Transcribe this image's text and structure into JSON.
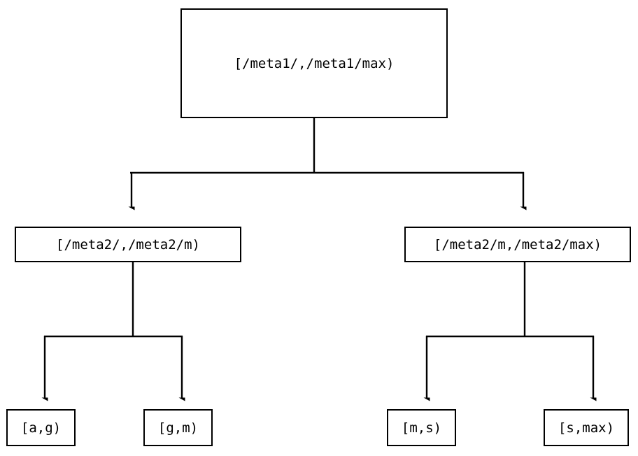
{
  "diagram": {
    "type": "tree",
    "orientation": "top-down",
    "background_color": "#ffffff",
    "line_color": "#000000",
    "box_border_color": "#000000",
    "box_fill_color": "#ffffff",
    "text_color": "#000000",
    "root": {
      "label": "[/meta1/,/meta1/max)"
    },
    "level2": [
      {
        "label": "[/meta2/,/meta2/m)"
      },
      {
        "label": "[/meta2/m,/meta2/max)"
      }
    ],
    "leaves": [
      {
        "label": "[a,g)"
      },
      {
        "label": "[g,m)"
      },
      {
        "label": "[m,s)"
      },
      {
        "label": "[s,max)"
      }
    ]
  }
}
